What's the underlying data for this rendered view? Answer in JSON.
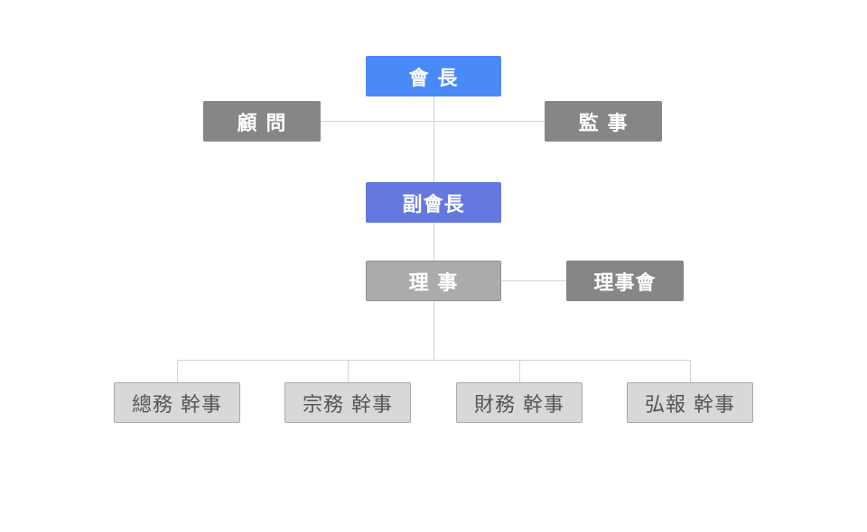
{
  "nodes": {
    "president": {
      "label": "會 長",
      "color": "#4a8af8",
      "text_color": "#ffffff"
    },
    "advisor": {
      "label": "顧 問",
      "color": "#868686",
      "text_color": "#ffffff"
    },
    "supervisor": {
      "label": "監 事",
      "color": "#868686",
      "text_color": "#ffffff"
    },
    "vice_president": {
      "label": "副會長",
      "color": "#6578e0",
      "text_color": "#ffffff"
    },
    "director": {
      "label": "理 事",
      "color": "#ababab",
      "text_color": "#ffffff"
    },
    "board": {
      "label": "理事會",
      "color": "#868686",
      "text_color": "#ffffff"
    },
    "general_affairs": {
      "label": "總務 幹事",
      "color": "#d8d8d8",
      "text_color": "#555555"
    },
    "religious_affairs": {
      "label": "宗務 幹事",
      "color": "#d8d8d8",
      "text_color": "#555555"
    },
    "finance": {
      "label": "財務 幹事",
      "color": "#d8d8d8",
      "text_color": "#555555"
    },
    "publicity": {
      "label": "弘報 幹事",
      "color": "#d8d8d8",
      "text_color": "#555555"
    }
  },
  "connector_color": "#d4d4d4"
}
